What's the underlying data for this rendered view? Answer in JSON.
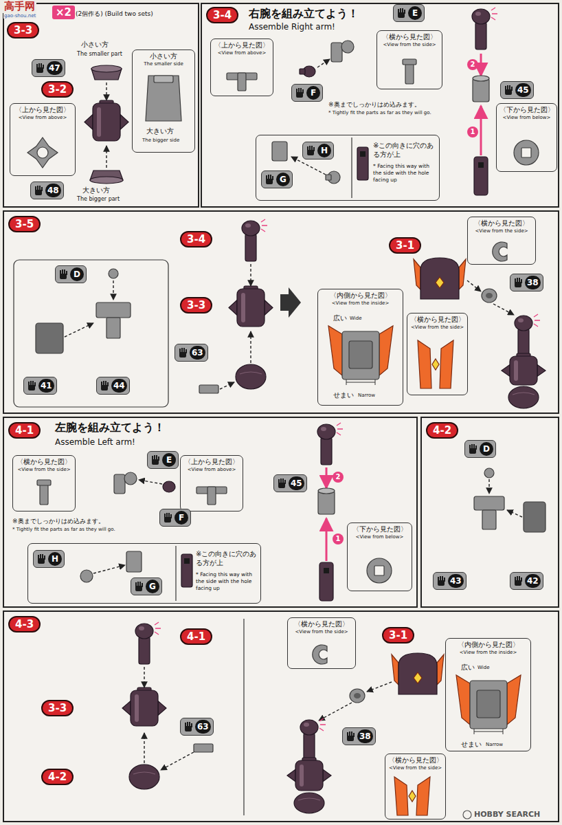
{
  "diagram": {
    "nodes": [
      {
        "text": [
          "3-3",
          "(2個作る) (Build two sets)"
        ]
      },
      {
        "text": [
          "×2"
        ],
        "in": 0
      },
      {
        "text": [
          "47"
        ],
        "in": 0
      },
      {
        "text": [
          "3-2"
        ],
        "in": 0
      },
      {
        "text": [
          "〈上から見た図〉",
          "<View from above>"
        ],
        "in": 0
      },
      {
        "text": [
          "小さい方",
          "The smaller side",
          "大きい方",
          "The bigger side"
        ],
        "in": 0
      },
      {
        "text": [
          "48"
        ],
        "in": 0
      },
      {
        "text": [
          "3-4",
          "右腕を組み立てよう！",
          "Assemble Right arm!"
        ]
      },
      {
        "text": [
          "E"
        ],
        "in": 7
      },
      {
        "text": [
          "〈上から見た図〉",
          "<View from above>"
        ],
        "in": 7
      },
      {
        "text": [
          "〈横から見た図〉",
          "<View from the side>"
        ],
        "in": 7
      },
      {
        "text": [
          "F"
        ],
        "in": 7
      },
      {
        "text": [
          "45"
        ],
        "in": 7
      },
      {
        "text": [
          "〈下から見た図〉",
          "<View from below>"
        ],
        "in": 7
      },
      {
        "text": [
          "※この向きに穴のある方が上",
          "* Facing this way with the side with the hole facing up"
        ],
        "in": 7
      },
      {
        "text": [
          "H"
        ],
        "in": 14
      },
      {
        "text": [
          "G"
        ],
        "in": 14
      },
      {
        "text": [
          "3-5"
        ]
      },
      {
        "text": [
          "D"
        ],
        "in": 17
      },
      {
        "text": [
          "41"
        ],
        "in": 17
      },
      {
        "text": [
          "44"
        ],
        "in": 17
      },
      {
        "text": [
          "3-4"
        ],
        "in": 17
      },
      {
        "text": [
          "3-3"
        ],
        "in": 17
      },
      {
        "text": [
          "63"
        ],
        "in": 17
      },
      {
        "text": [
          "3-1"
        ],
        "in": 17
      },
      {
        "text": [
          "〈横から見た図〉",
          "<View from the side>"
        ],
        "in": 17
      },
      {
        "text": [
          "38"
        ],
        "in": 17
      },
      {
        "text": [
          "〈内側から見た図〉",
          "<View from the inside>",
          "広い",
          "Wide",
          "せまい",
          "Narrow"
        ],
        "in": 17
      },
      {
        "text": [
          "〈横から見た図〉",
          "<View from the side>"
        ],
        "in": 17
      },
      {
        "text": [
          "4-1",
          "左腕を組み立てよう！",
          "Assemble Left arm!"
        ]
      },
      {
        "text": [
          "〈横から見た図〉",
          "<View from the side>"
        ],
        "in": 29
      },
      {
        "text": [
          "E"
        ],
        "in": 29
      },
      {
        "text": [
          "〈上から見た図〉",
          "<View from above>"
        ],
        "in": 29
      },
      {
        "text": [
          "F"
        ],
        "in": 29
      },
      {
        "text": [
          "45"
        ],
        "in": 29
      },
      {
        "text": [
          "〈下から見た図〉",
          "<View from below>"
        ],
        "in": 29
      },
      {
        "text": [
          "※この向きに穴のある方が上",
          "* Facing this way with the side with the hole facing up"
        ],
        "in": 29
      },
      {
        "text": [
          "H"
        ],
        "in": 36
      },
      {
        "text": [
          "G"
        ],
        "in": 36
      },
      {
        "text": [
          "4-2"
        ]
      },
      {
        "text": [
          "D"
        ],
        "in": 39
      },
      {
        "text": [
          "43"
        ],
        "in": 39
      },
      {
        "text": [
          "42"
        ],
        "in": 39
      },
      {
        "text": [
          "4-3"
        ]
      },
      {
        "text": [
          "4-1"
        ],
        "in": 43
      },
      {
        "text": [
          "3-3"
        ],
        "in": 43
      },
      {
        "text": [
          "63"
        ],
        "in": 43
      },
      {
        "text": [
          "4-2"
        ],
        "in": 43
      },
      {
        "text": [
          "〈横から見た図〉",
          "<View from the side>"
        ],
        "in": 43
      },
      {
        "text": [
          "3-1"
        ],
        "in": 43
      },
      {
        "text": [
          "〈内側から見た図〉",
          "<View from the inside>",
          "広い",
          "Wide",
          "せまい",
          "Narrow"
        ],
        "in": 43
      },
      {
        "text": [
          "〈横から見た図〉",
          "<View from the side>"
        ],
        "in": 43
      },
      {
        "text": [
          "38"
        ],
        "in": 43
      }
    ],
    "labels": [
      "小さい方",
      "The smaller part",
      "大きい方",
      "The bigger part",
      "※奥までしっかりはめ込みます。",
      "* Tightly fit the parts as far as they will go.",
      "1",
      "2",
      "※奥までしっかりはめ込みます。",
      "* Tightly fit the parts as far as they will go.",
      "1",
      "2",
      "高手网",
      "gao-shou.net",
      "HOBBY SEARCH"
    ]
  }
}
